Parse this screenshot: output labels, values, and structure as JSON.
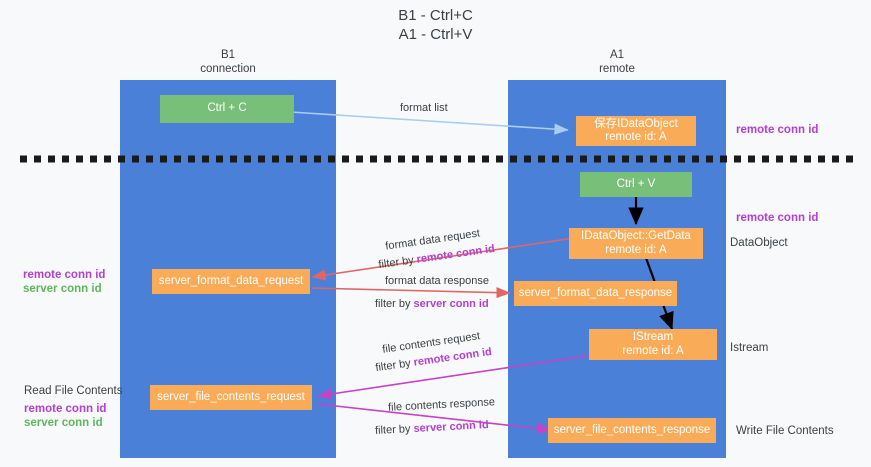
{
  "title": {
    "line1": "B1 - Ctrl+C",
    "line2": "A1 - Ctrl+V"
  },
  "lanes": [
    {
      "name": "B1",
      "sub": "connection",
      "color": "#4a80d8"
    },
    {
      "name": "A1",
      "sub": "remote",
      "color": "#4a80d8"
    }
  ],
  "colors": {
    "lane_blue": "#4a80d8",
    "box_orange": "#f9ab57",
    "box_green": "#78c07a",
    "accent_purple": "#b23fd0",
    "accent_green": "#5cb85c",
    "arrow_lightblue": "#a8cdee",
    "arrow_red": "#e06666",
    "arrow_magenta": "#c642c6",
    "arrow_black": "#000000",
    "divider_black": "#1a1a1a",
    "page_bg": "#f8f9fa"
  },
  "nodes": {
    "ctrl_c": "Ctrl + C",
    "save_idataobject": "保存IDataObject\nremote id: A",
    "ctrl_v": "Ctrl + V",
    "getdata": "IDataObject::GetData\nremote id: A",
    "server_format_data_request": "server_format_data_request",
    "server_format_data_response": "server_format_data_response",
    "istream": "IStream\nremote id: A",
    "server_file_contents_request": "server_file_contents_request",
    "server_file_contents_response": "server_file_contents_response"
  },
  "side_notes": {
    "remote_conn_id_top": "remote conn id",
    "remote_conn_id_mid": "remote conn id",
    "dataobject": "DataObject",
    "istream": "Istream",
    "write_file_contents": "Write File Contents",
    "read_file_contents": "Read File Contents",
    "left_mid_remote": "remote conn id",
    "left_mid_server": "server conn id",
    "left_bot_remote": "remote conn id",
    "left_bot_server": "server conn id"
  },
  "edge_labels": {
    "format_list": "format list",
    "format_data_request": "format data request",
    "format_data_request_filter_prefix": "filter by ",
    "format_data_request_filter_key": "remote conn id",
    "format_data_response": "format data response",
    "format_data_response_filter_prefix": "filter by ",
    "format_data_response_filter_key": "server conn id",
    "file_contents_request": "file contents request",
    "file_contents_request_filter_prefix": "filter by ",
    "file_contents_request_filter_key": "remote conn id",
    "file_contents_response": "file contents response",
    "file_contents_response_filter_prefix": "filter by ",
    "file_contents_response_filter_key": "server conn id"
  }
}
